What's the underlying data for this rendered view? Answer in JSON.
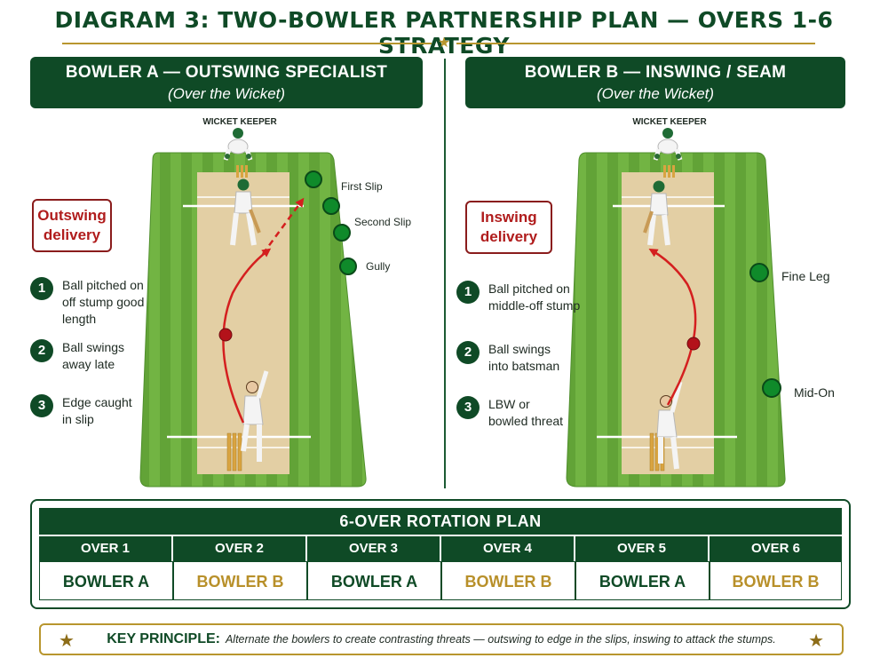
{
  "title": "DIAGRAM 3: TWO-BOWLER PARTNERSHIP PLAN — OVERS 1-6 STRATEGY",
  "colors": {
    "dark_green": "#0f4a26",
    "gold": "#b8962e",
    "red": "#d41f1f",
    "pitch": "#e3cfa4",
    "grass": "#6fb13f"
  },
  "left": {
    "header": "BOWLER A — OUTSWING SPECIALIST",
    "subheader": "(Over the Wicket)",
    "keeper_label": "WICKET KEEPER",
    "delivery_label": "Outswing delivery",
    "fielders": [
      "First Slip",
      "Second Slip",
      "Gully"
    ],
    "steps": [
      {
        "num": "1",
        "text": "Ball pitched on off stump good length"
      },
      {
        "num": "2",
        "text": "Ball swings away late"
      },
      {
        "num": "3",
        "text": "Edge caught in slip"
      }
    ]
  },
  "right": {
    "header": "BOWLER B — INSWING / SEAM",
    "subheader": "(Over the Wicket)",
    "keeper_label": "WICKET KEEPER",
    "delivery_label": "Inswing delivery",
    "fielders": [
      "Fine Leg",
      "Mid-On"
    ],
    "steps": [
      {
        "num": "1",
        "text": "Ball pitched on middle-off stump"
      },
      {
        "num": "2",
        "text": "Ball swings into batsman"
      },
      {
        "num": "3",
        "text": "LBW or bowled threat"
      }
    ]
  },
  "rotation": {
    "title": "6-OVER ROTATION PLAN",
    "overs": [
      {
        "over": "OVER 1",
        "bowler": "BOWLER A"
      },
      {
        "over": "OVER 2",
        "bowler": "BOWLER B"
      },
      {
        "over": "OVER 3",
        "bowler": "BOWLER A"
      },
      {
        "over": "OVER 4",
        "bowler": "BOWLER B"
      },
      {
        "over": "OVER 5",
        "bowler": "BOWLER A"
      },
      {
        "over": "OVER 6",
        "bowler": "BOWLER B"
      }
    ]
  },
  "key": {
    "label": "KEY PRINCIPLE:",
    "text": "Alternate the bowlers to create contrasting threats — outswing to edge in the slips, inswing to attack the stumps."
  }
}
